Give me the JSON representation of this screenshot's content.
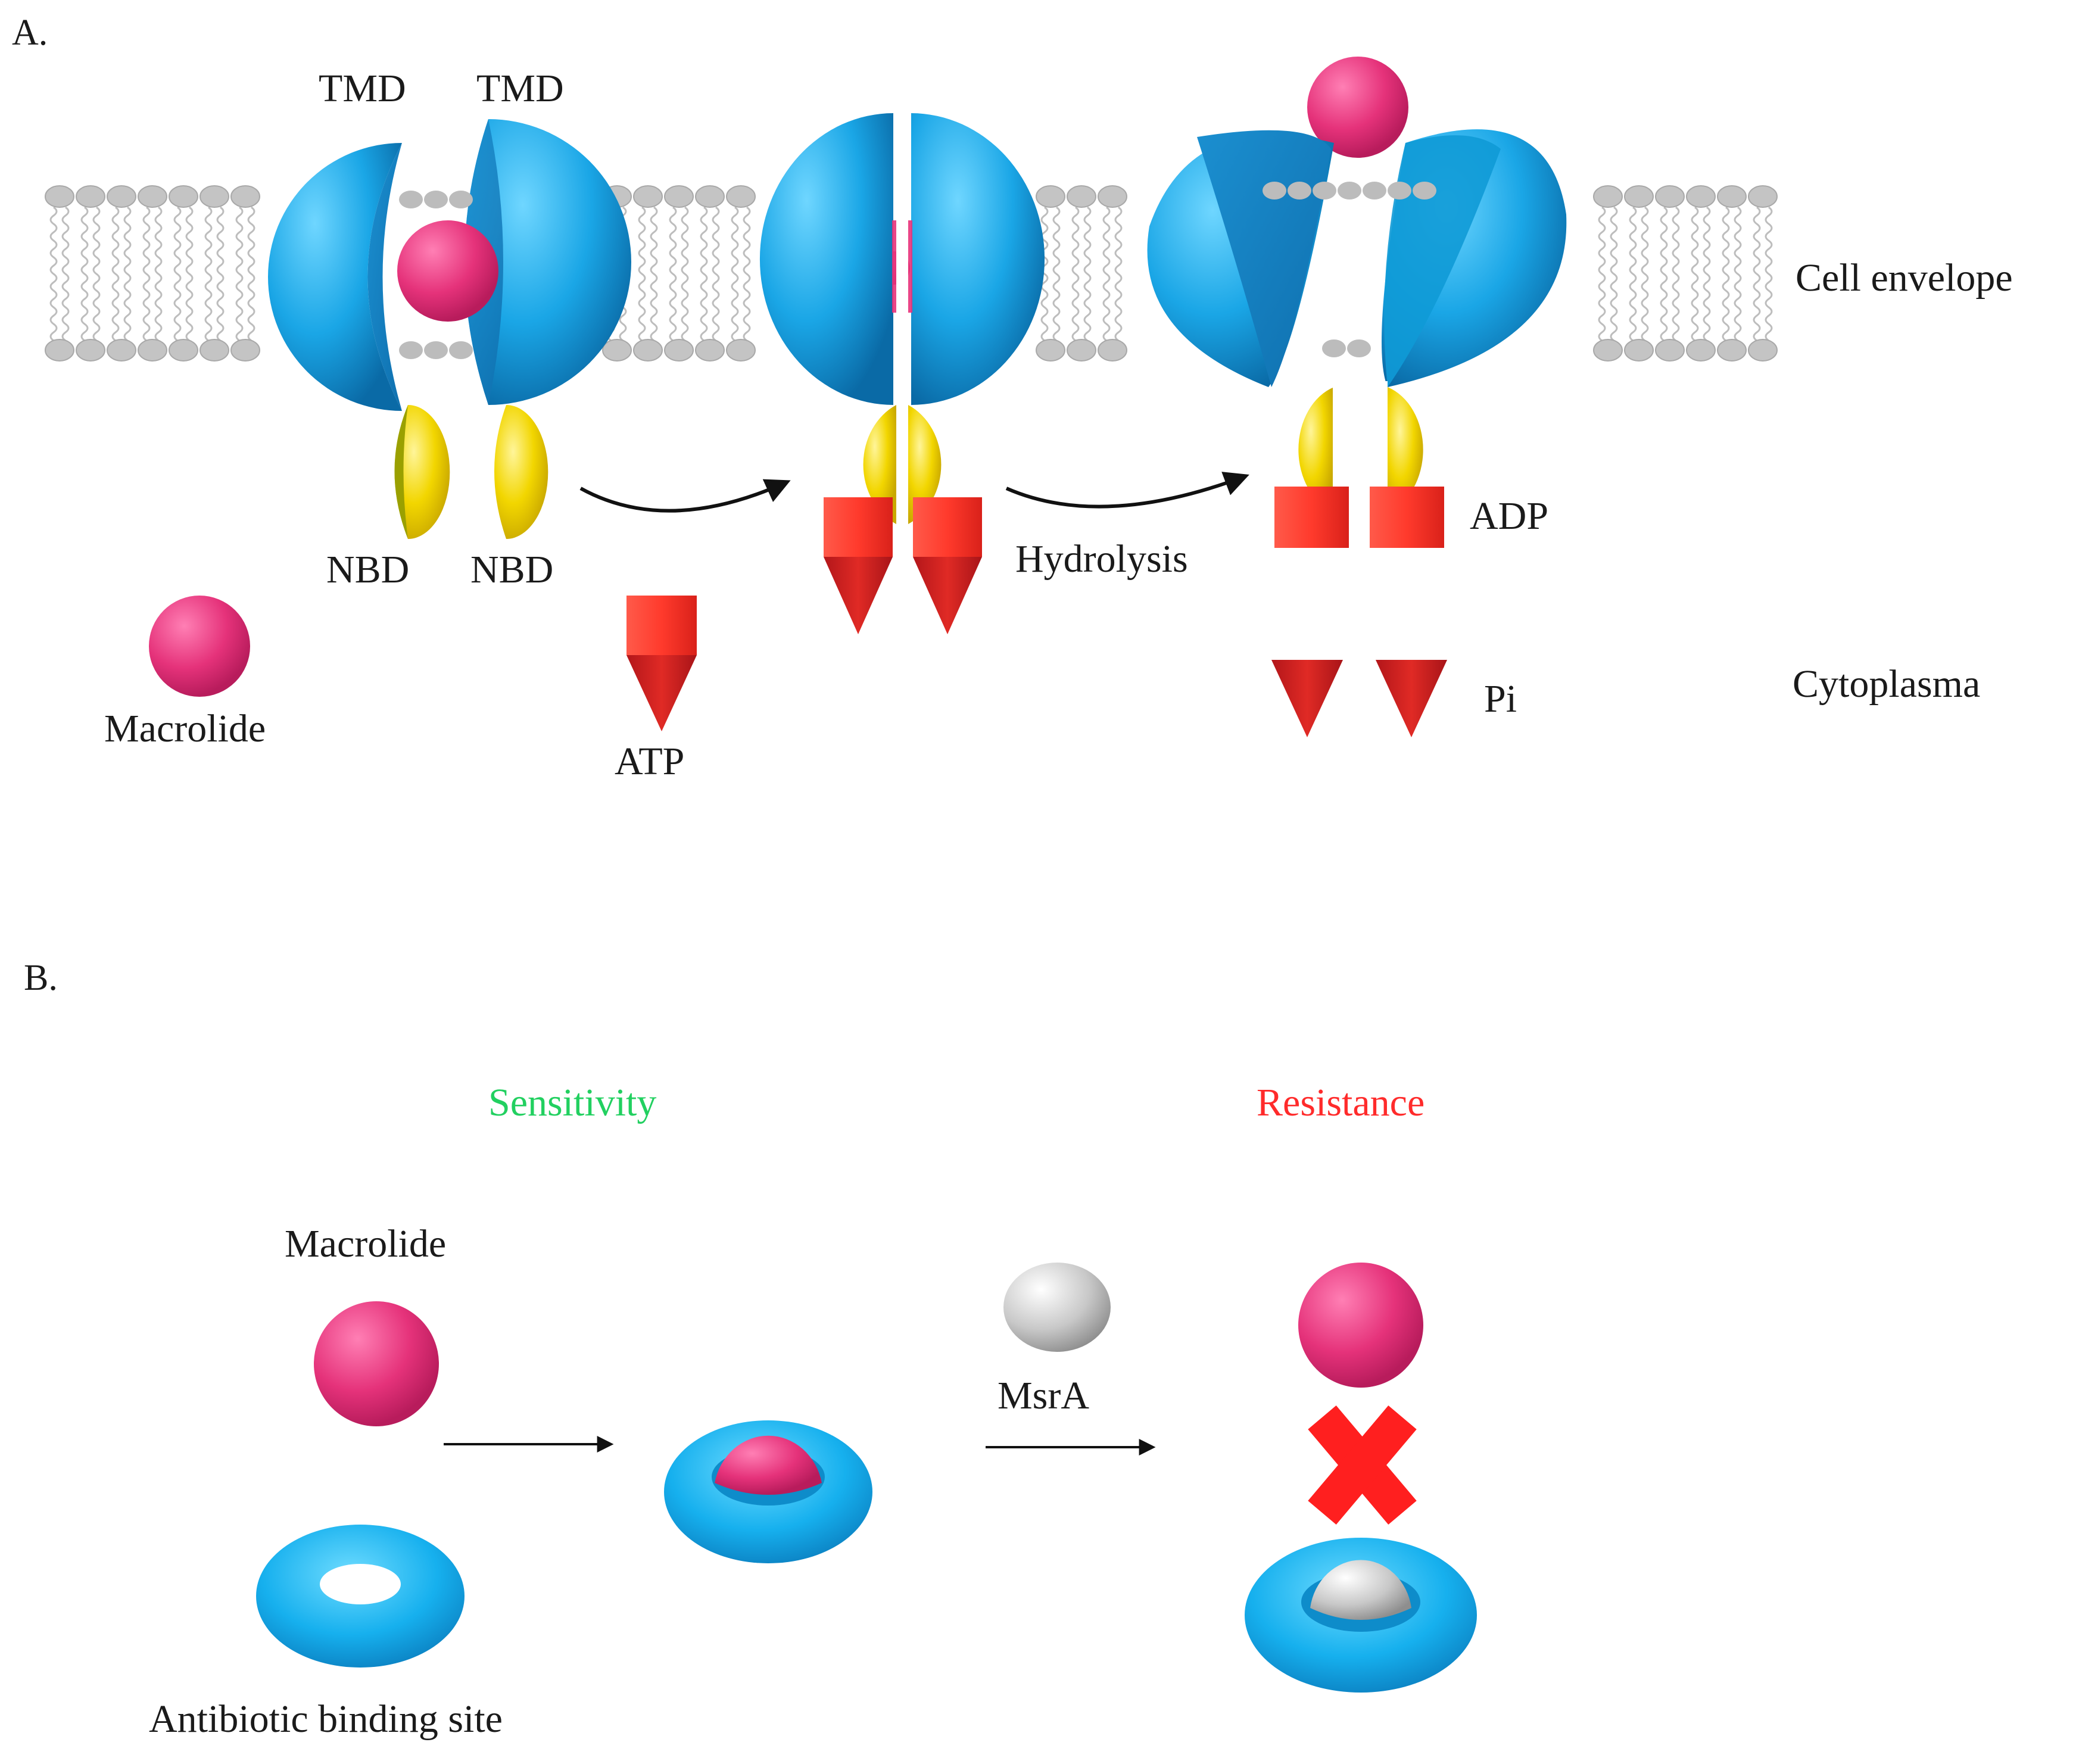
{
  "panel_a": {
    "label": "A.",
    "tmd_left": "TMD",
    "tmd_right": "TMD",
    "nbd_left": "NBD",
    "nbd_right": "NBD",
    "macrolide": "Macrolide",
    "atp": "ATP",
    "hydrolysis": "Hydrolysis",
    "adp": "ADP",
    "pi": "Pi",
    "cell_envelope": "Cell envelope",
    "cytoplasma": "Cytoplasma"
  },
  "panel_b": {
    "label": "B.",
    "sensitivity": "Sensitivity",
    "resistance": "Resistance",
    "macrolide": "Macrolide",
    "msra": "MsrA",
    "binding_site": "Antibiotic binding site"
  },
  "colors": {
    "transporter": "#1ea8e8",
    "nbd": "#f2d600",
    "macrolide": "#e8327a",
    "atp": "#e0261e",
    "sensitivity": "#22d060",
    "resistance": "#ff2b2b",
    "msra": "#bdbdbd"
  }
}
